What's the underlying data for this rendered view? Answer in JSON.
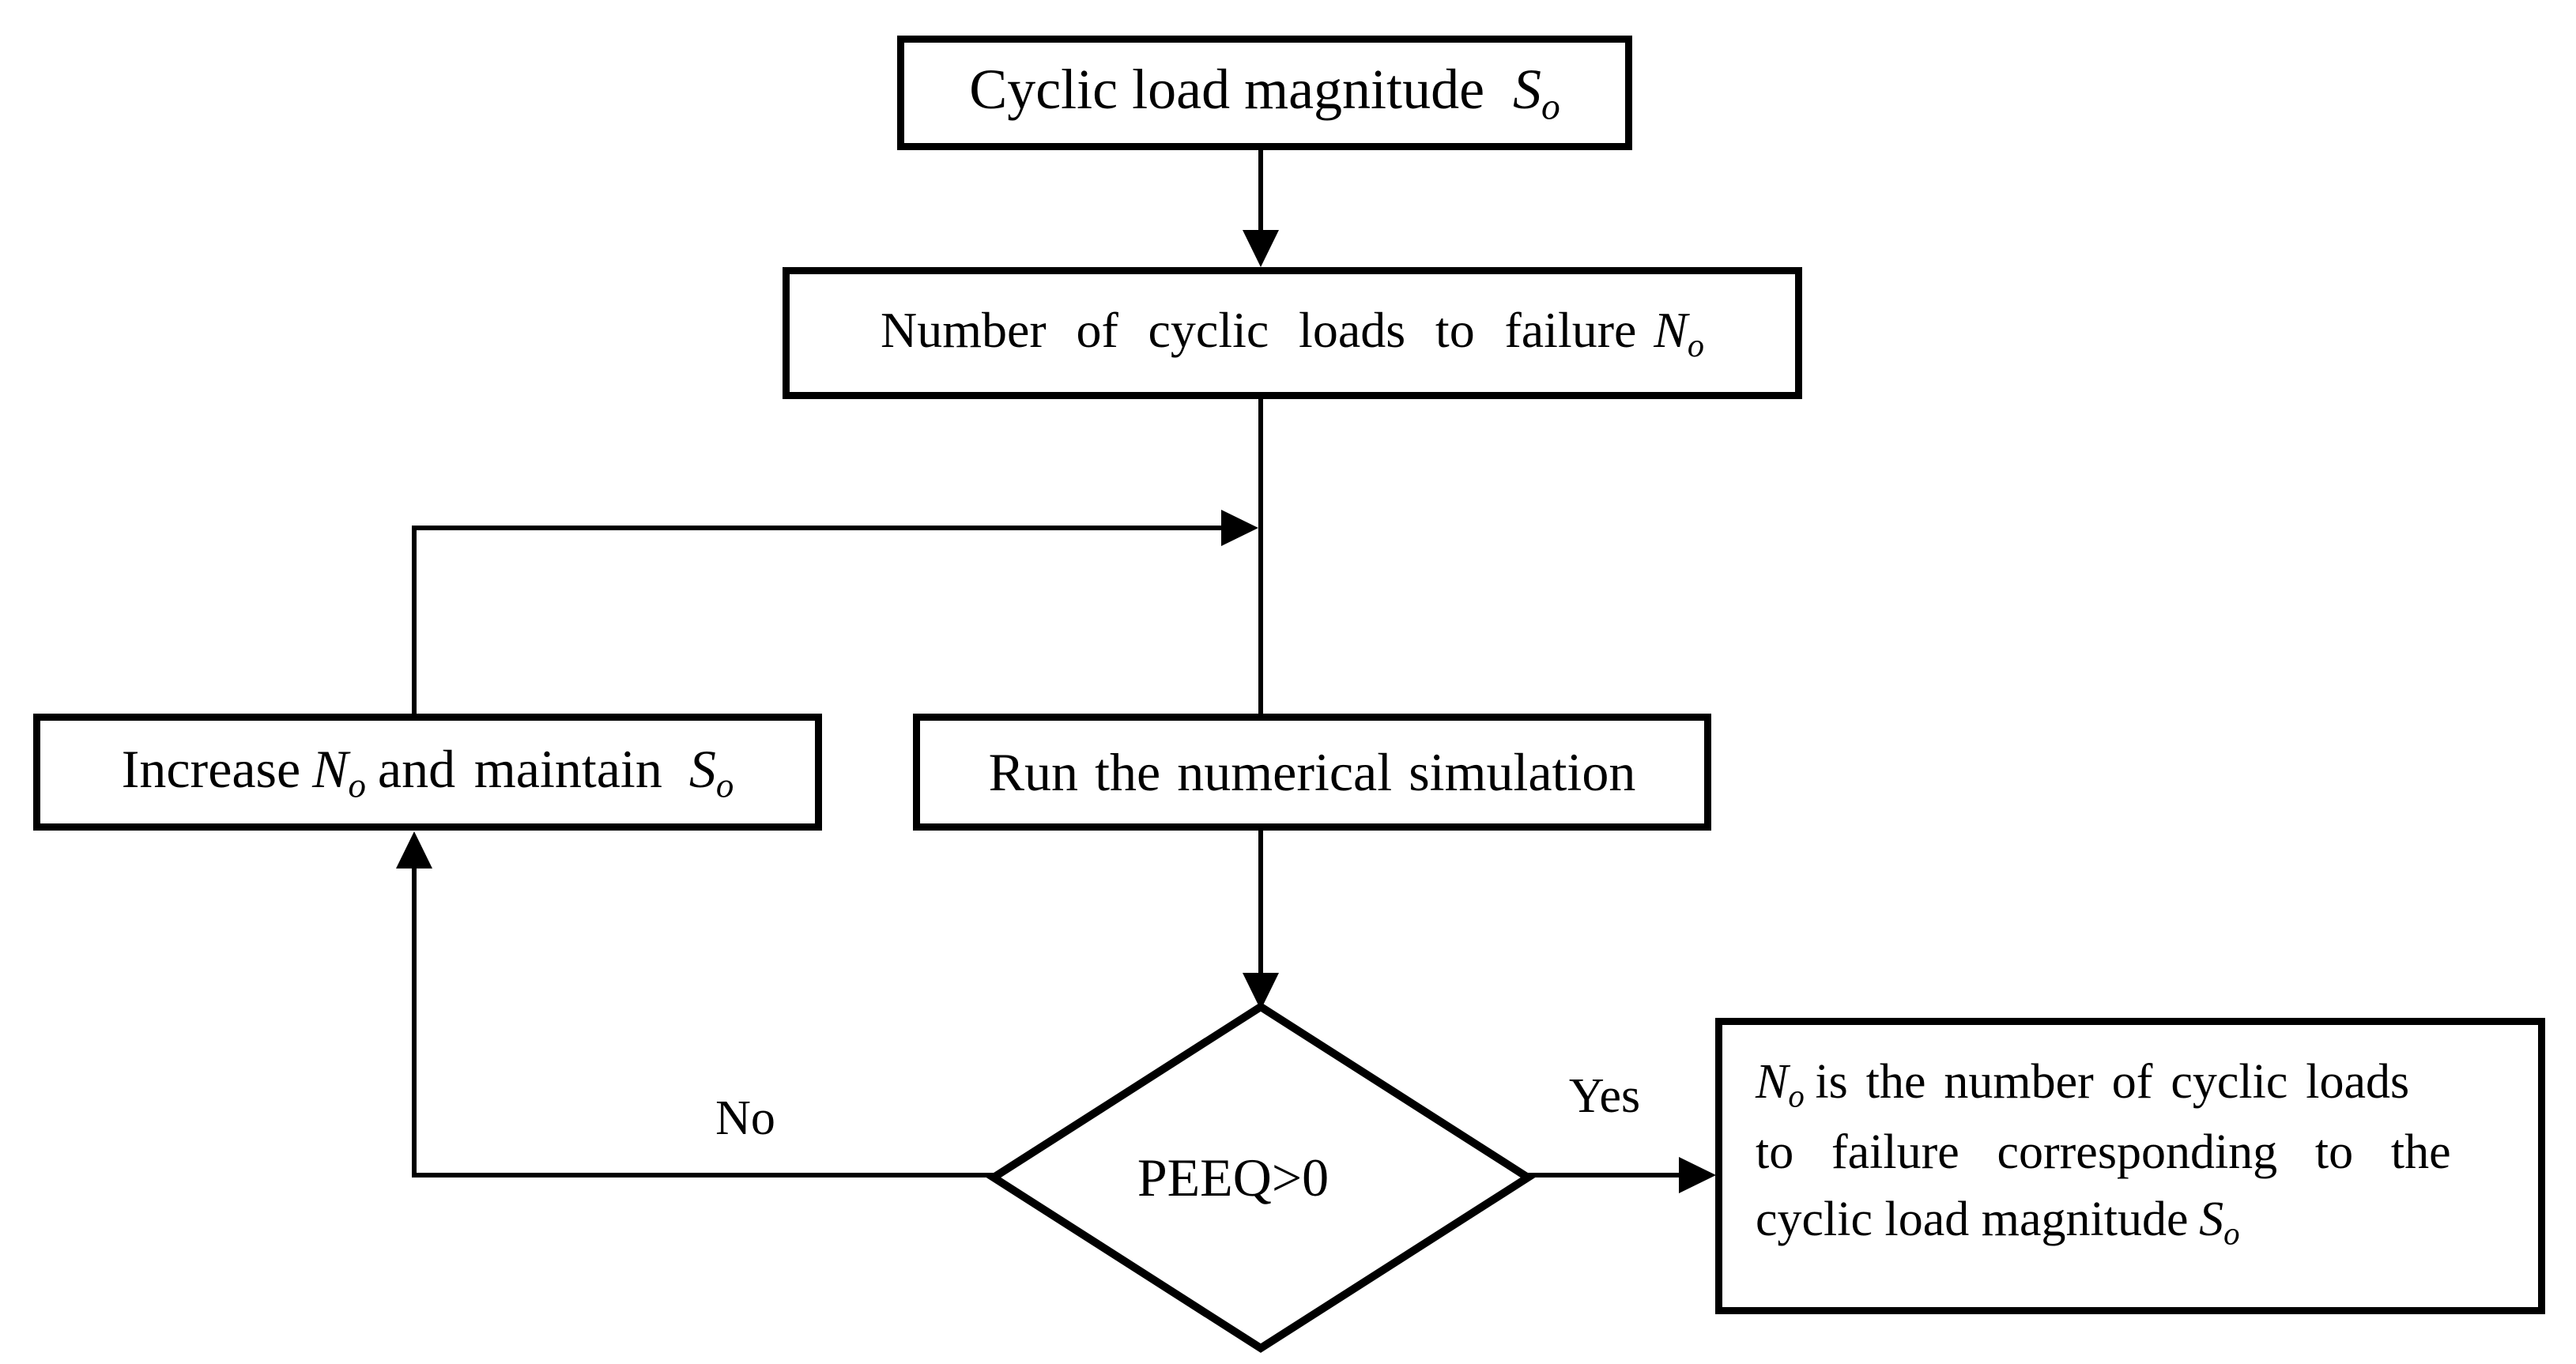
{
  "figure": {
    "background_color": "#ffffff",
    "ink_color": "#000000",
    "type": "flowchart"
  },
  "nodes": {
    "cyclic_load": {
      "pre": "Cyclic load magnitude",
      "var": "S",
      "sub": "o"
    },
    "number_loads": {
      "pre": "Number of cyclic loads to failure",
      "var": "N",
      "sub": "o"
    },
    "run_simulation": {
      "text": "Run the numerical simulation"
    },
    "increase": {
      "pre": "Increase",
      "var1": "N",
      "sub1": "o",
      "mid": "and maintain",
      "var2": "S",
      "sub2": "o"
    },
    "decision": {
      "text": "PEEQ>0"
    },
    "result": {
      "l1_var": "N",
      "l1_sub": "o",
      "l1_rest": "is the number of cyclic loads",
      "l2": "to failure corresponding to the",
      "l3_pre": "cyclic load magnitude",
      "l3_var": "S",
      "l3_sub": "o"
    }
  },
  "labels": {
    "no": "No",
    "yes": "Yes"
  },
  "edges": [
    {
      "from": "cyclic_load",
      "to": "number_loads",
      "label": ""
    },
    {
      "from": "number_loads",
      "to": "run_simulation",
      "label": ""
    },
    {
      "from": "run_simulation",
      "to": "decision",
      "label": ""
    },
    {
      "from": "decision",
      "to": "increase",
      "label": "No"
    },
    {
      "from": "increase",
      "to": "run_simulation",
      "label": ""
    },
    {
      "from": "decision",
      "to": "result",
      "label": "Yes"
    }
  ]
}
